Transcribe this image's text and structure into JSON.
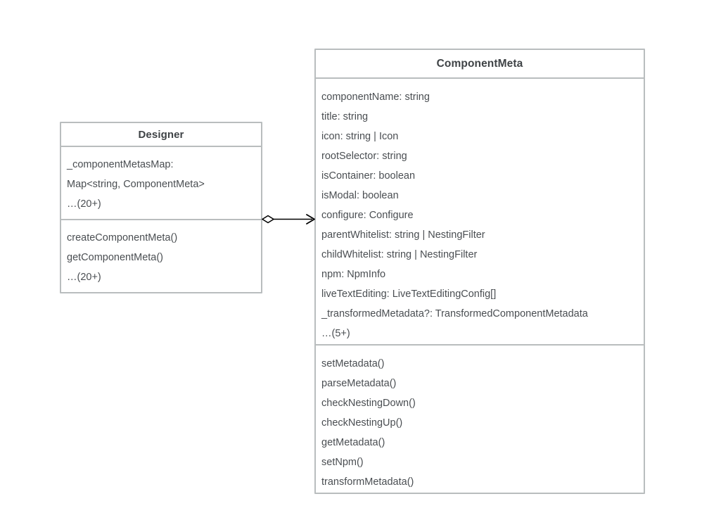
{
  "diagram": {
    "type": "uml-class-diagram",
    "background_color": "#ffffff",
    "border_color": "#b9bdbe",
    "text_color": "#4a4e52",
    "title_color": "#3f4346",
    "classes": [
      {
        "id": "designer",
        "name": "Designer",
        "attributes": [
          "_componentMetasMap:",
          "Map<string, ComponentMeta>",
          "…(20+)"
        ],
        "methods": [
          "createComponentMeta()",
          "getComponentMeta()",
          "…(20+)"
        ]
      },
      {
        "id": "componentmeta",
        "name": "ComponentMeta",
        "attributes": [
          "componentName: string",
          "title: string",
          "icon: string | Icon",
          "rootSelector: string",
          "isContainer: boolean",
          "isModal: boolean",
          "configure: Configure",
          "parentWhitelist: string | NestingFilter",
          "childWhitelist: string | NestingFilter",
          "npm: NpmInfo",
          "liveTextEditing: LiveTextEditingConfig[]",
          "_transformedMetadata?: TransformedComponentMetadata",
          "…(5+)"
        ],
        "methods": [
          "setMetadata()",
          "parseMetadata()",
          "checkNestingDown()",
          "checkNestingUp()",
          "getMetadata()",
          "setNpm()",
          "transformMetadata()"
        ]
      }
    ],
    "relationships": [
      {
        "id": "designer-aggregates-componentmeta",
        "kind": "aggregation",
        "source": "designer",
        "target": "componentmeta",
        "source_decoration": "hollow-diamond",
        "target_decoration": "open-arrow",
        "line_color": "#000000"
      }
    ]
  }
}
